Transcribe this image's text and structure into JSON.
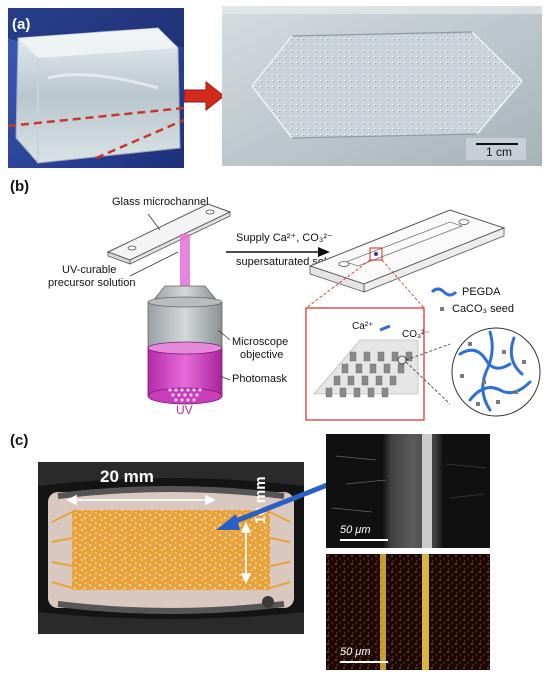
{
  "panel_a": {
    "letter": "(a)",
    "scale_bar": "1 cm"
  },
  "panel_b": {
    "letter": "(b)",
    "label_glass": "Glass microchannel",
    "label_precursor_1": "UV-curable",
    "label_precursor_2": "precursor solution",
    "label_objective_1": "Microscope",
    "label_objective_2": "objective",
    "label_photomask": "Photomask",
    "label_uv": "UV",
    "supply_line1": "Supply Ca²⁺, CO₃²⁻",
    "supply_line2": "supersaturated solution",
    "legend_pegda": "PEGDA",
    "legend_seed": "CaCO₃ seed",
    "zoom_ca": "Ca²⁺",
    "zoom_co": "CO₃²⁻"
  },
  "panel_c": {
    "letter": "(c)",
    "dim_width": "20 mm",
    "dim_height": "10 mm",
    "scale_top": "50 μm",
    "scale_bottom": "50 μm"
  },
  "colors": {
    "magenta": "#d63fc9",
    "orange": "#e89a2a",
    "blue_arrow": "#2a5fc8",
    "red_arrow": "#d42a1e",
    "pegda_blue": "#2f6fd4"
  }
}
